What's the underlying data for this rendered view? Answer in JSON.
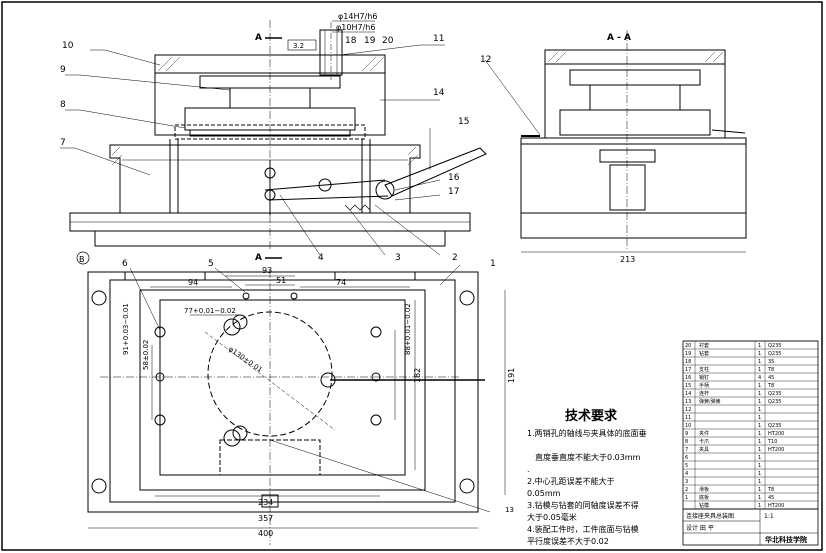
{
  "labels": {
    "part_numbers": [
      "1",
      "2",
      "3",
      "4",
      "5",
      "6",
      "7",
      "8",
      "9",
      "10",
      "11",
      "12",
      "13",
      "14",
      "15",
      "16",
      "17",
      "18",
      "19",
      "20"
    ],
    "section_mark": "A",
    "section_title": "A - A",
    "fit_top": "φ14H7/h6",
    "fit_second": "φ10H7/h6",
    "roughness": "3.2",
    "view_marker": "B"
  },
  "dimensions": {
    "d_93": "93",
    "d_51": "51",
    "d_94": "94",
    "d_74": "74",
    "d_77": "77+0.01−0.02",
    "d_91": "91+0.03−0.01",
    "d_58": "58±0.02",
    "d_88": "88+0.01−0.02",
    "d_182": "182",
    "d_191": "191",
    "d_circle": "φ130±0.01",
    "d_234": "234",
    "d_357": "357",
    "d_400": "400",
    "d_213": "213"
  },
  "tech_requirements": {
    "title": "技术要求",
    "lines": [
      "1.两销孔的轴线与夹具体的底面垂",
      "直度垂直度不能大于0.03mm",
      ".",
      "2.中心孔距误差不能大于",
      "0.05mm",
      "3.钻模与钻套的同轴度误差不得",
      "大于0.05毫米",
      "4.装配工件时，工件底面与钻模",
      "平行度误差不大于0.02"
    ]
  },
  "bom": {
    "rows": [
      {
        "no": "20",
        "name": "衬套",
        "qty": "1",
        "mat": "Q235"
      },
      {
        "no": "19",
        "name": "钻套",
        "qty": "1",
        "mat": "Q235"
      },
      {
        "no": "18",
        "name": "",
        "qty": "1",
        "mat": "35"
      },
      {
        "no": "17",
        "name": "支柱",
        "qty": "1",
        "mat": "T8"
      },
      {
        "no": "16",
        "name": "销钉",
        "qty": "4",
        "mat": "45"
      },
      {
        "no": "15",
        "name": "手柄",
        "qty": "1",
        "mat": "T8"
      },
      {
        "no": "14",
        "name": "连杆",
        "qty": "1",
        "mat": "Q235"
      },
      {
        "no": "13",
        "name": "弹簧/弹簧",
        "qty": "1",
        "mat": "Q235"
      },
      {
        "no": "12",
        "name": "",
        "qty": "1",
        "mat": ""
      },
      {
        "no": "11",
        "name": "",
        "qty": "1",
        "mat": ""
      },
      {
        "no": "10",
        "name": "",
        "qty": "1",
        "mat": "Q235"
      },
      {
        "no": "9",
        "name": "夹件",
        "qty": "1",
        "mat": "HT200"
      },
      {
        "no": "8",
        "name": "卡爪",
        "qty": "1",
        "mat": "T10"
      },
      {
        "no": "7",
        "name": "夹具",
        "qty": "1",
        "mat": "HT200"
      },
      {
        "no": "6",
        "name": "",
        "qty": "1",
        "mat": ""
      },
      {
        "no": "5",
        "name": "",
        "qty": "1",
        "mat": ""
      },
      {
        "no": "4",
        "name": "",
        "qty": "1",
        "mat": ""
      },
      {
        "no": "3",
        "name": "",
        "qty": "1",
        "mat": ""
      },
      {
        "no": "2",
        "name": "滑板",
        "qty": "1",
        "mat": "T8"
      },
      {
        "no": "1",
        "name": "底板",
        "qty": "1",
        "mat": "45"
      },
      {
        "no": "",
        "name": "钻模",
        "qty": "1",
        "mat": "HT200"
      }
    ],
    "title_block": {
      "drawing_name": "连接座夹具总装图",
      "designer": "设计 田 平",
      "school": "华北科技学院",
      "scale": "1:1"
    }
  }
}
